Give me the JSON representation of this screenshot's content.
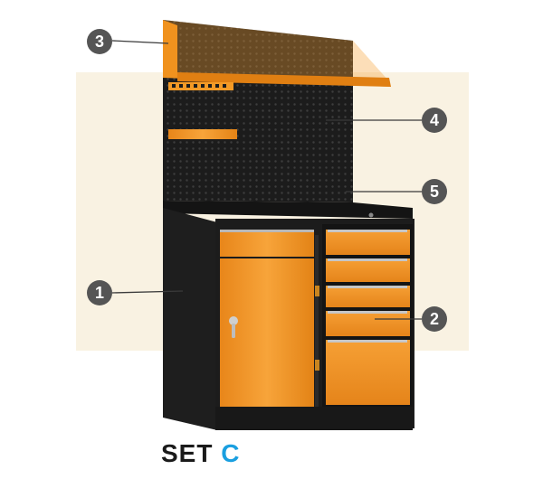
{
  "caption": {
    "text": "SET",
    "letter": "C"
  },
  "callouts": [
    "1",
    "2",
    "3",
    "4",
    "5"
  ],
  "colors": {
    "orange": "#f39a26",
    "black": "#1c1c1c",
    "label_blue": "#1a9fe0",
    "badge_gray": "#555555",
    "backdrop": "#f9f2e2"
  }
}
